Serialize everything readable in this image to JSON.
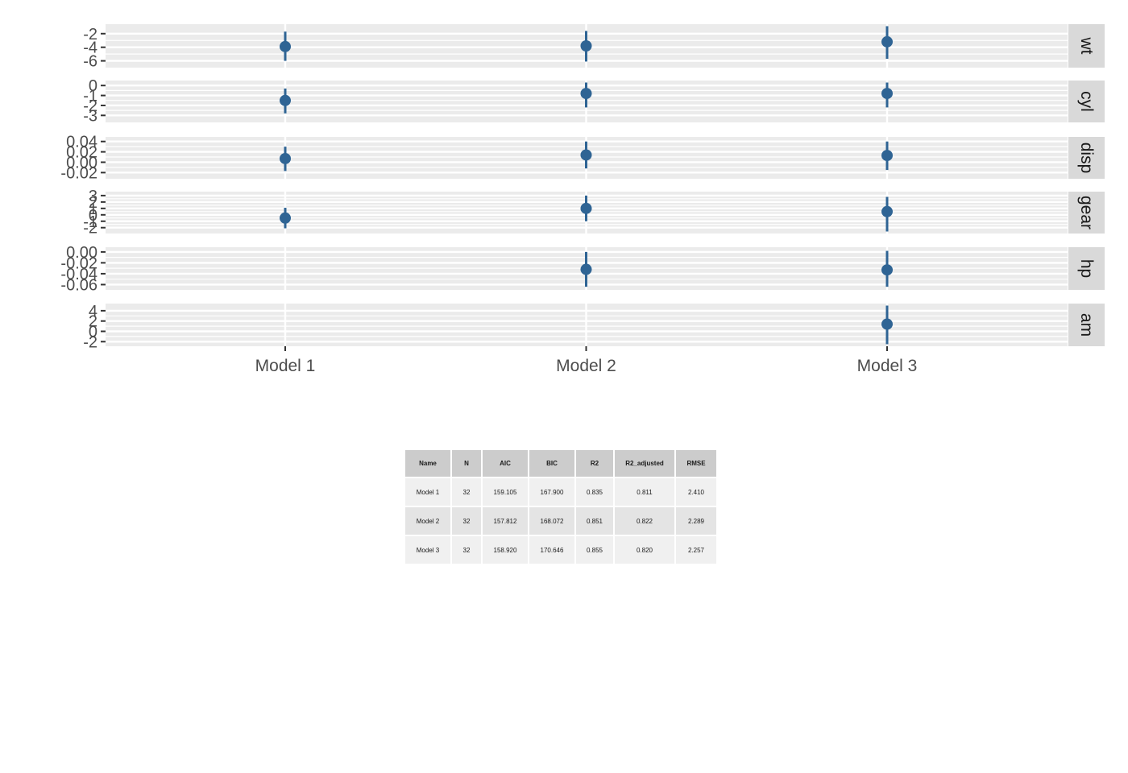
{
  "chart_data": {
    "type": "scatter",
    "subtype": "faceted coefficient plot (point estimates with confidence intervals)",
    "color": "#2f6494",
    "panel_background": "#ebebeb",
    "strip_background": "#d9d9d9",
    "grid": true,
    "categories": [
      "Model 1",
      "Model 2",
      "Model 3"
    ],
    "facets": [
      {
        "name": "wt",
        "ylim": [
          -6.7,
          -0.9
        ],
        "ticks": [
          -2,
          -4,
          -6
        ],
        "tick_labels": [
          "-2",
          "-4",
          "-6"
        ],
        "points": [
          {
            "model": "Model 1",
            "estimate": -3.9,
            "low": -6.0,
            "high": -1.7
          },
          {
            "model": "Model 2",
            "estimate": -3.8,
            "low": -6.1,
            "high": -1.6
          },
          {
            "model": "Model 3",
            "estimate": -3.2,
            "low": -5.7,
            "high": -0.9
          }
        ]
      },
      {
        "name": "cyl",
        "ylim": [
          -3.5,
          0.3
        ],
        "ticks": [
          0,
          -1,
          -2,
          -3
        ],
        "tick_labels": [
          "0",
          "-1",
          "-2",
          "-3"
        ],
        "points": [
          {
            "model": "Model 1",
            "estimate": -1.5,
            "low": -2.8,
            "high": -0.3
          },
          {
            "model": "Model 2",
            "estimate": -0.8,
            "low": -2.2,
            "high": 0.3
          },
          {
            "model": "Model 3",
            "estimate": -0.8,
            "low": -2.2,
            "high": 0.3
          }
        ]
      },
      {
        "name": "disp",
        "ylim": [
          -0.028,
          0.045
        ],
        "ticks": [
          0.04,
          0.02,
          0.0,
          -0.02
        ],
        "tick_labels": [
          "0.04",
          "0.02",
          "0.00",
          "-0.02"
        ],
        "points": [
          {
            "model": "Model 1",
            "estimate": 0.007,
            "low": -0.017,
            "high": 0.03
          },
          {
            "model": "Model 2",
            "estimate": 0.014,
            "low": -0.012,
            "high": 0.04
          },
          {
            "model": "Model 3",
            "estimate": 0.013,
            "low": -0.015,
            "high": 0.04
          }
        ]
      },
      {
        "name": "gear",
        "ylim": [
          -2.6,
          3.3
        ],
        "ticks": [
          3,
          2,
          1,
          0,
          -1,
          -2
        ],
        "tick_labels": [
          "3",
          "2",
          "1",
          "0",
          "-1",
          "-2"
        ],
        "points": [
          {
            "model": "Model 1",
            "estimate": -0.5,
            "low": -2.1,
            "high": 1.1
          },
          {
            "model": "Model 2",
            "estimate": 1.0,
            "low": -1.0,
            "high": 3.0
          },
          {
            "model": "Model 3",
            "estimate": 0.5,
            "low": -2.6,
            "high": 2.8
          }
        ]
      },
      {
        "name": "hp",
        "ylim": [
          -0.066,
          0.005
        ],
        "ticks": [
          0.0,
          -0.02,
          -0.04,
          -0.06
        ],
        "tick_labels": [
          "0.00",
          "-0.02",
          "-0.04",
          "-0.06"
        ],
        "points": [
          {
            "model": "Model 2",
            "estimate": -0.032,
            "low": -0.064,
            "high": 0.0
          },
          {
            "model": "Model 3",
            "estimate": -0.033,
            "low": -0.064,
            "high": 0.002
          }
        ]
      },
      {
        "name": "am",
        "ylim": [
          -2.5,
          5.0
        ],
        "ticks": [
          4,
          2,
          0,
          -2
        ],
        "tick_labels": [
          "4",
          "2",
          "0",
          "-2"
        ],
        "points": [
          {
            "model": "Model 3",
            "estimate": 1.4,
            "low": -2.5,
            "high": 5.0
          }
        ]
      }
    ]
  },
  "table": {
    "columns": [
      "Name",
      "N",
      "AIC",
      "BIC",
      "R2",
      "R2_adjusted",
      "RMSE"
    ],
    "rows": [
      [
        "Model 1",
        "32",
        "159.105",
        "167.900",
        "0.835",
        "0.811",
        "2.410"
      ],
      [
        "Model 2",
        "32",
        "157.812",
        "168.072",
        "0.851",
        "0.822",
        "2.289"
      ],
      [
        "Model 3",
        "32",
        "158.920",
        "170.646",
        "0.855",
        "0.820",
        "2.257"
      ]
    ]
  }
}
